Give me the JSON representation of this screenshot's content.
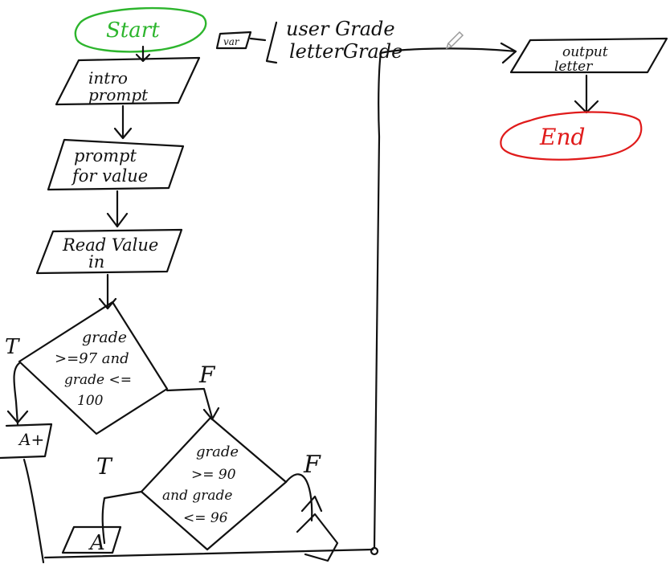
{
  "colors": {
    "ink": "#111111",
    "start_terminal": "#2db52d",
    "end_terminal": "#e01b1b",
    "pencil_cursor": "#9a9a9a"
  },
  "flowchart": {
    "start": "Start",
    "end": "End",
    "intro_prompt": [
      "intro",
      "prompt"
    ],
    "prompt_value": [
      "prompt",
      "for value"
    ],
    "read_value": [
      "Read Value",
      "in"
    ],
    "decision_1": [
      "grade",
      ">=97 and",
      "grade <=",
      "100"
    ],
    "decision_2": [
      "grade",
      ">= 90",
      "and grade",
      "<= 96"
    ],
    "var_label": "var",
    "variables": [
      "user Grade",
      "letterGrade"
    ],
    "output": [
      "output",
      "letter"
    ],
    "true_label": "T",
    "false_label": "F",
    "result_aplus": "A+",
    "result_a": "A"
  },
  "cursor_icon": "pencil-icon"
}
